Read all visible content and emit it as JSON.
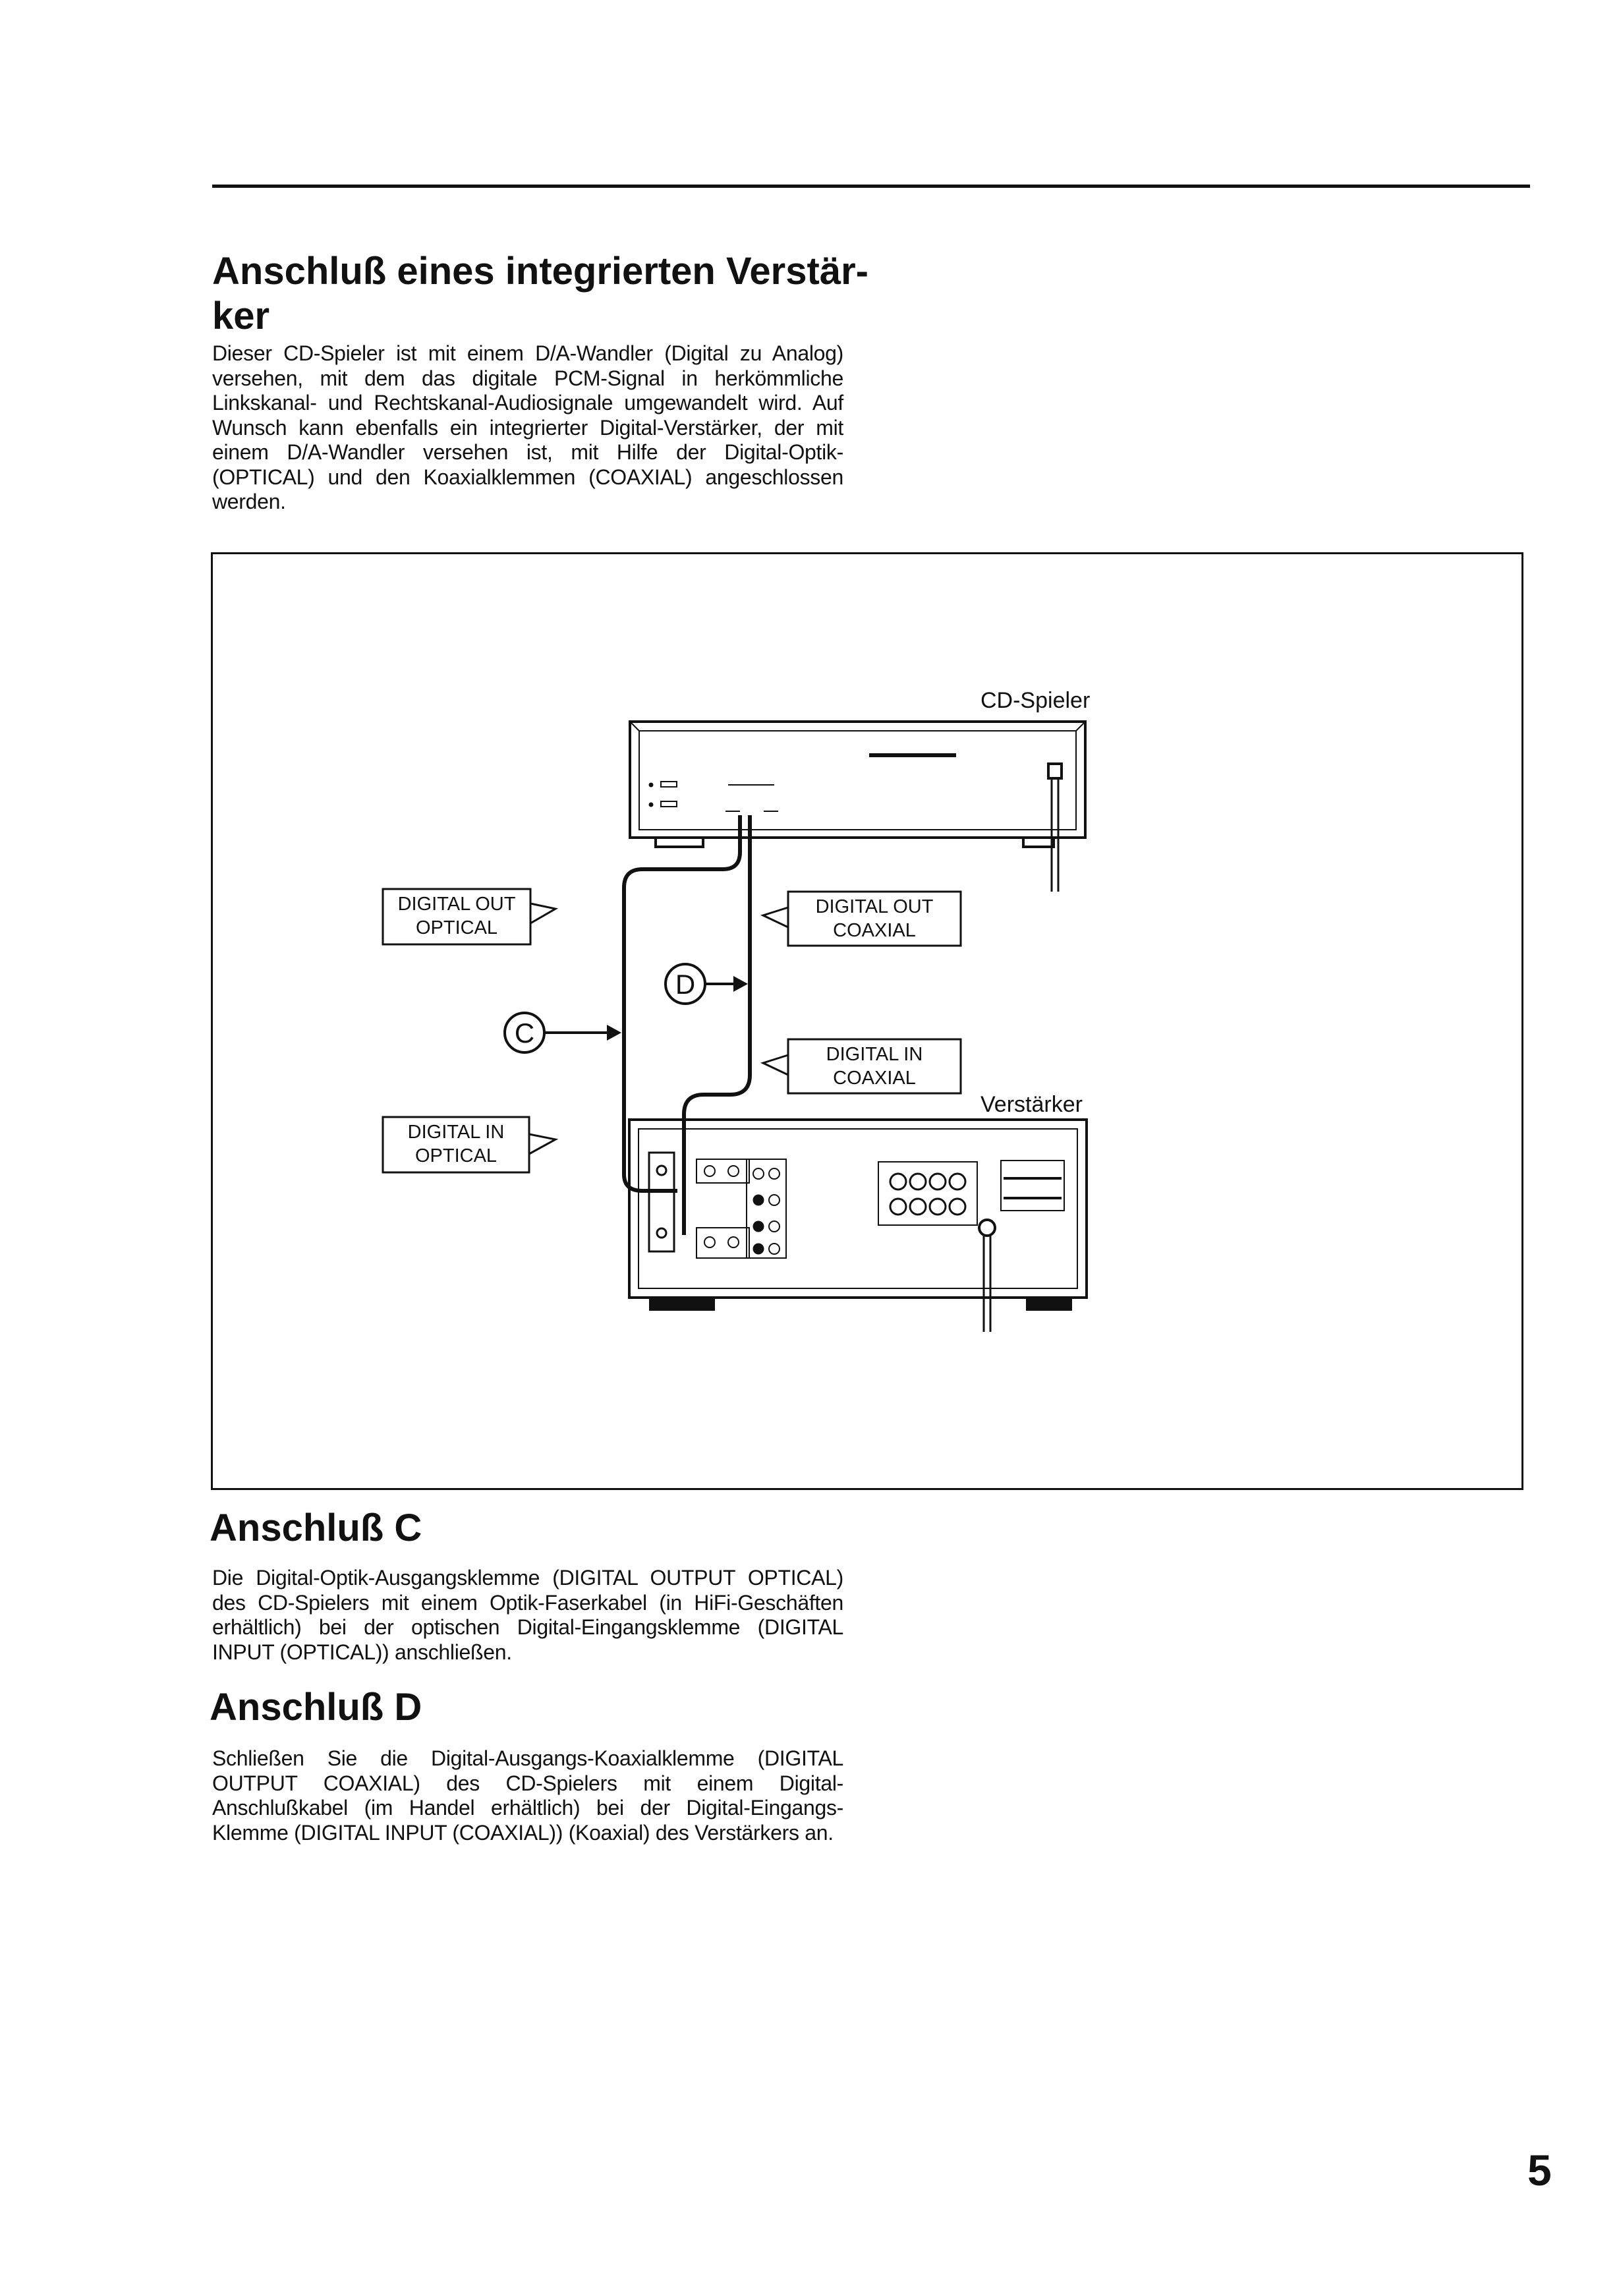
{
  "section_intro": {
    "title_line1": "Anschluß eines integrierten Verstär-",
    "title_line2": "ker",
    "body": "Dieser CD-Spieler ist mit einem D/A-Wandler (Digital zu Analog) versehen, mit dem das digitale PCM-Signal in herkömmliche Linkskanal- und Rechtskanal-Audiosignale umgewandelt wird. Auf Wunsch kann ebenfalls ein integrierter Digital-Verstärker, der mit einem D/A-Wandler versehen ist, mit Hilfe der Digital-Optik- (OPTICAL) und den Koaxialklemmen (COAXIAL) angeschlossen werden."
  },
  "diagram": {
    "cd_player_label": "CD-Spieler",
    "amplifier_label": "Verstärker",
    "digital_out_optical": [
      "DIGITAL OUT",
      "OPTICAL"
    ],
    "digital_out_coaxial": [
      "DIGITAL OUT",
      "COAXIAL"
    ],
    "digital_in_coaxial": [
      "DIGITAL IN",
      "COAXIAL"
    ],
    "digital_in_optical": [
      "DIGITAL IN",
      "OPTICAL"
    ],
    "marker_c": "C",
    "marker_d": "D"
  },
  "section_c": {
    "title": "Anschluß C",
    "body": "Die Digital-Optik-Ausgangsklemme (DIGITAL OUTPUT OPTICAL) des CD-Spielers mit einem Optik-Faserkabel (in HiFi-Geschäften erhältlich) bei der optischen Digital-Eingangsklemme (DIGITAL INPUT (OPTICAL)) anschließen."
  },
  "section_d": {
    "title": "Anschluß D",
    "body": "Schließen Sie die Digital-Ausgangs-Koaxialklemme (DIGITAL OUTPUT COAXIAL) des CD-Spielers mit einem Digital-Anschlußkabel (im Handel erhältlich) bei der Digital-Eingangs-Klemme (DIGITAL INPUT (COAXIAL)) (Koaxial) des Verstärkers an."
  },
  "page_number": "5"
}
